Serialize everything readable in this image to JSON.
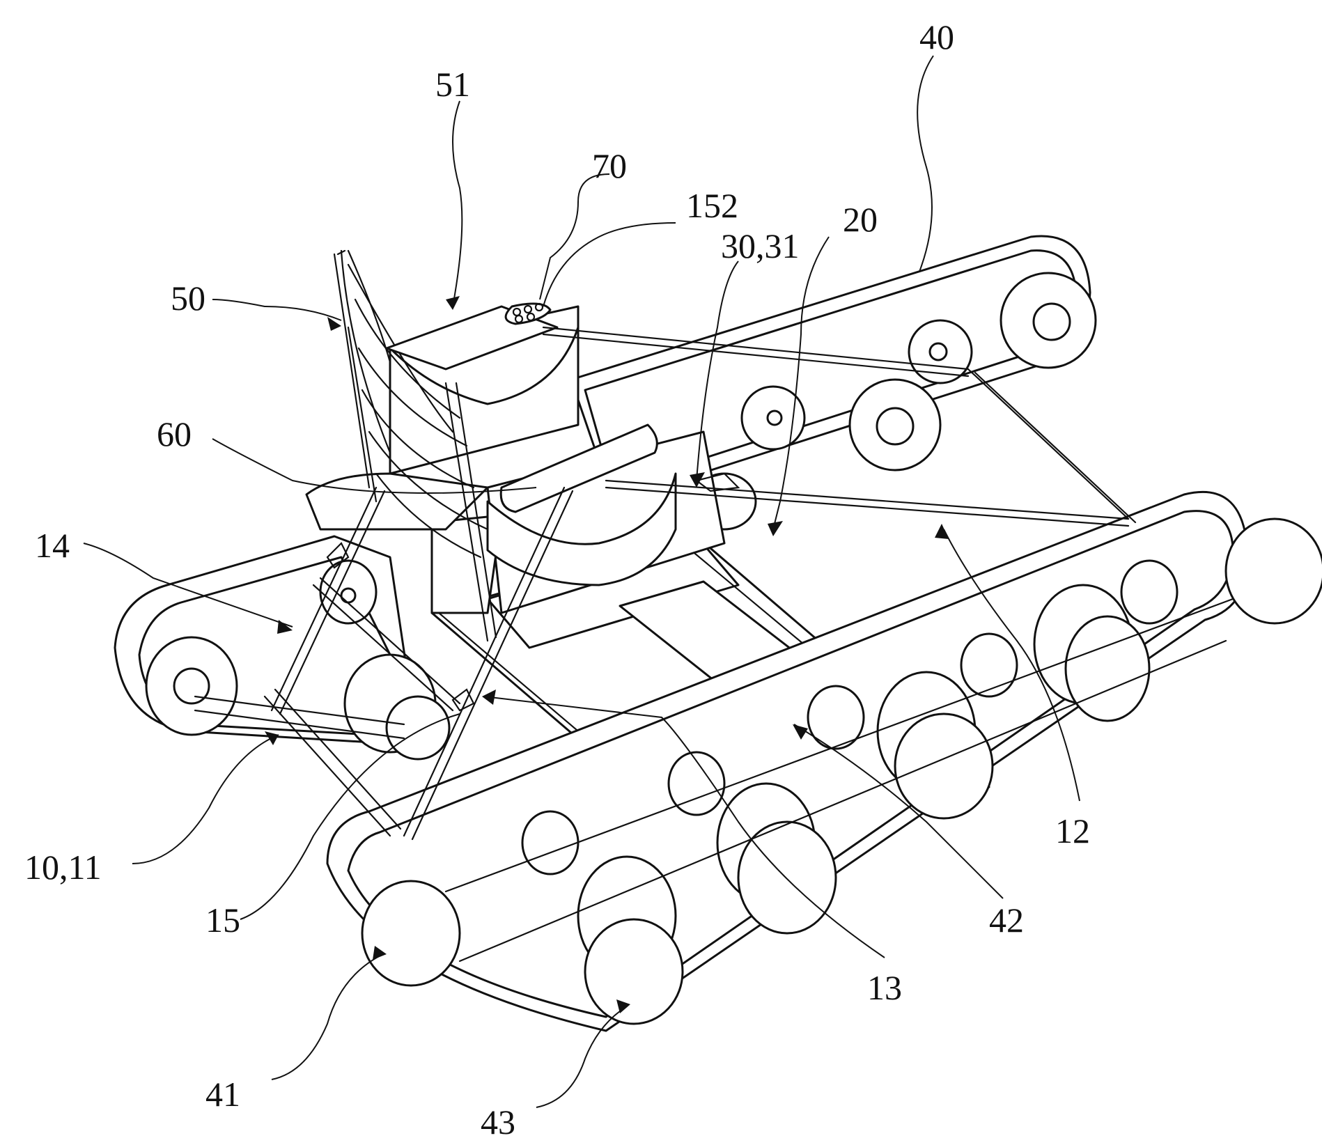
{
  "figure": {
    "labels": {
      "l40": "40",
      "l51": "51",
      "l70": "70",
      "l152": "152",
      "l20": "20",
      "l3031": "30,31",
      "l50": "50",
      "l60": "60",
      "l14": "14",
      "l1011": "10,11",
      "l15": "15",
      "l13": "13",
      "l42": "42",
      "l12": "12",
      "l41": "41",
      "l43": "43"
    }
  }
}
